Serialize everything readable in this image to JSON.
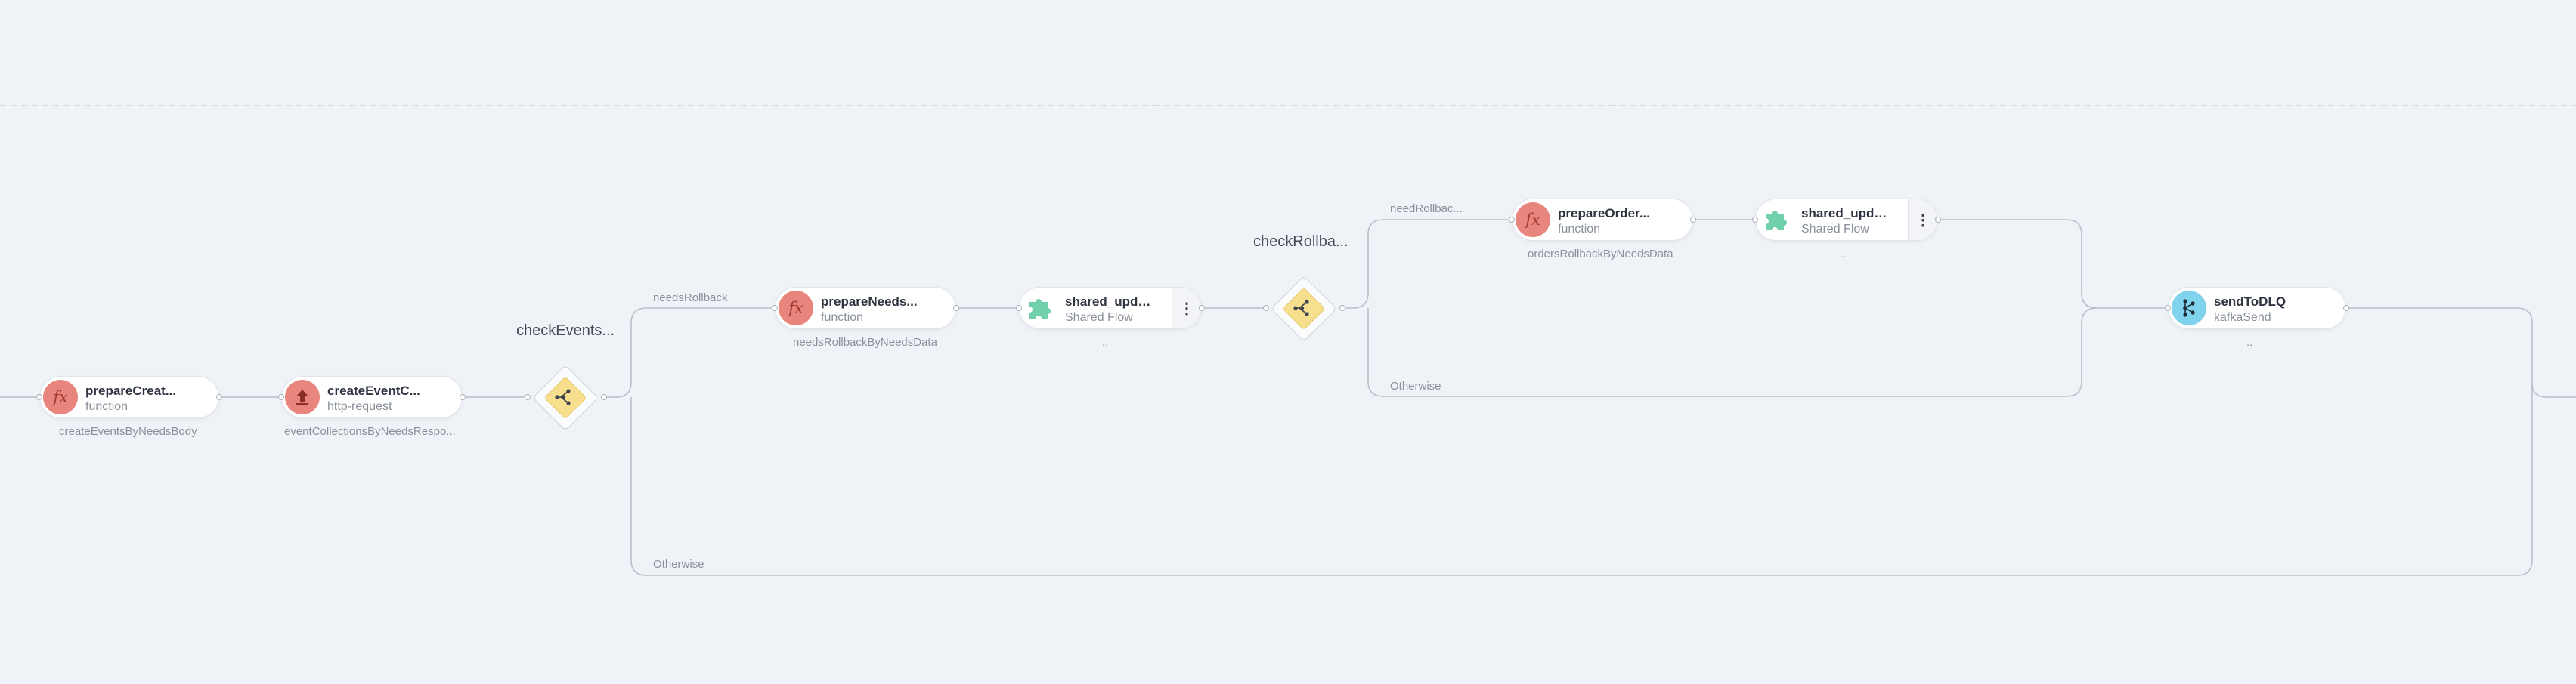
{
  "nodes": {
    "prepare_create": {
      "title": "prepareCreat...",
      "type": "function",
      "caption": "createEventsByNeedsBody"
    },
    "create_event": {
      "title": "createEventC...",
      "type": "http-request",
      "caption": "eventCollectionsByNeedsRespo..."
    },
    "check_events": {
      "title": "checkEvents..."
    },
    "prepare_needs": {
      "title": "prepareNeeds...",
      "type": "function",
      "caption": "needsRollbackByNeedsData"
    },
    "shared_1": {
      "title": "shared_updat...",
      "type": "Shared Flow",
      "caption": "..",
      "more": "⋮"
    },
    "check_rollback": {
      "title": "checkRollba..."
    },
    "prepare_order": {
      "title": "prepareOrder...",
      "type": "function",
      "caption": "ordersRollbackByNeedsData"
    },
    "shared_2": {
      "title": "shared_updat...",
      "type": "Shared Flow",
      "caption": "..",
      "more": "⋮"
    },
    "send_dlq": {
      "title": "sendToDLQ",
      "type": "kafkaSend",
      "caption": ".."
    }
  },
  "edges": {
    "needs_rollback": "needsRollback",
    "otherwise_bottom": "Otherwise",
    "need_rollback": "needRollbac...",
    "otherwise_mid": "Otherwise"
  },
  "icons": {
    "function": "fx-icon",
    "http": "upload-icon",
    "shared": "puzzle-icon",
    "kafka": "kafka-icon",
    "condition": "branch-icon"
  },
  "colors": {
    "background": "#eff2f7",
    "function_icon": "#e8857c",
    "shared_icon": "#6fd0aa",
    "kafka_icon": "#7fd3ec",
    "condition": "#f7df8d",
    "wire": "#b9bec8"
  }
}
